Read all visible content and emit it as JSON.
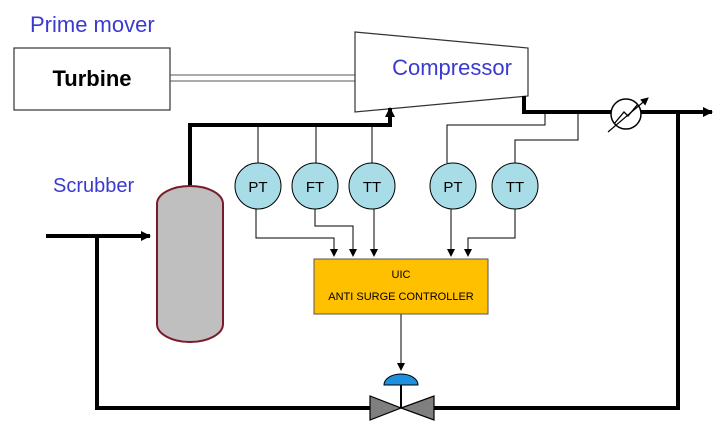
{
  "labels": {
    "prime_mover": "Prime mover",
    "turbine": "Turbine",
    "compressor": "Compressor",
    "scrubber": "Scrubber"
  },
  "instruments": {
    "pt_suction": "PT",
    "ft_suction": "FT",
    "tt_suction": "TT",
    "pt_discharge": "PT",
    "tt_discharge": "TT"
  },
  "controller": {
    "line1": "UIC",
    "line2": "ANTI SURGE CONTROLLER"
  },
  "colors": {
    "label_blue": "#3a3ad0",
    "instrument_fill": "#a8dde8",
    "controller_fill": "#ffc000",
    "scrubber_fill": "#c0bfbf",
    "scrubber_border": "#7a1a2a",
    "valve_fill": "#7f7f7f",
    "actuator_fill": "#1f8fe0",
    "pipe": "#000000"
  }
}
